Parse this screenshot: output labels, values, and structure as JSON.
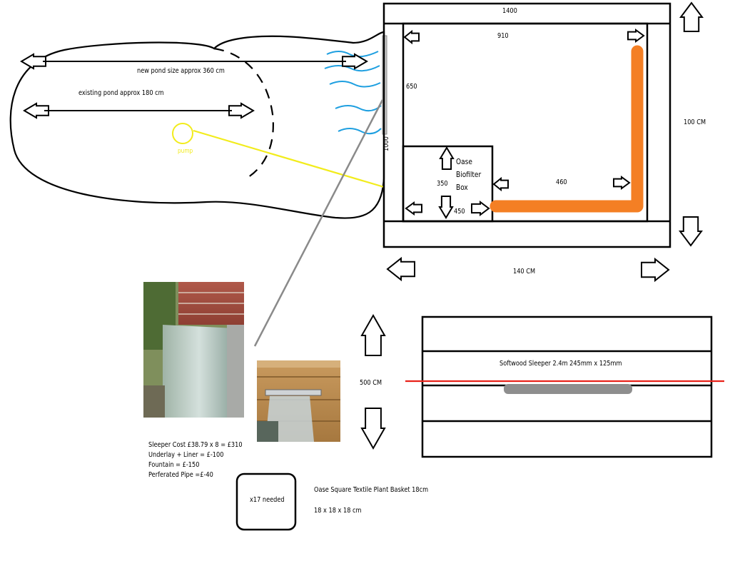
{
  "pond": {
    "new_label": "new pond size approx 360 cm",
    "existing_label": "existing pond approx 180 cm",
    "pump_label": "pump"
  },
  "frame": {
    "top_label": "1400",
    "inner_label": "910",
    "left_label": "650",
    "side_label": "1000",
    "right_label": "100 CM",
    "bottom_label": "140 CM"
  },
  "biofilter": {
    "name_line1": "Oase",
    "name_line2": "Biofilter",
    "name_line3": "Box",
    "height_label": "350",
    "width_label": "450",
    "pipe_label": "460"
  },
  "sleeper": {
    "height_label": "500 CM",
    "name_label": "Softwood Sleeper 2.4m 245mm x 125mm"
  },
  "costs": [
    "Sleeper Cost £38.79 x 8 = £310",
    "Underlay + Liner = £-100",
    "Fountain = £-150",
    "Perferated Pipe =£-40"
  ],
  "basket": {
    "count_label": "x17 needed",
    "name_label": "Oase Square Textile Plant Basket 18cm",
    "size_label": "18 x 18 x 18 cm"
  },
  "colors": {
    "water": "#1e9fe0",
    "pump": "#f2ec1c",
    "pipe": "#f47f24",
    "cut_line": "#e8221a",
    "outline": "#000000"
  }
}
